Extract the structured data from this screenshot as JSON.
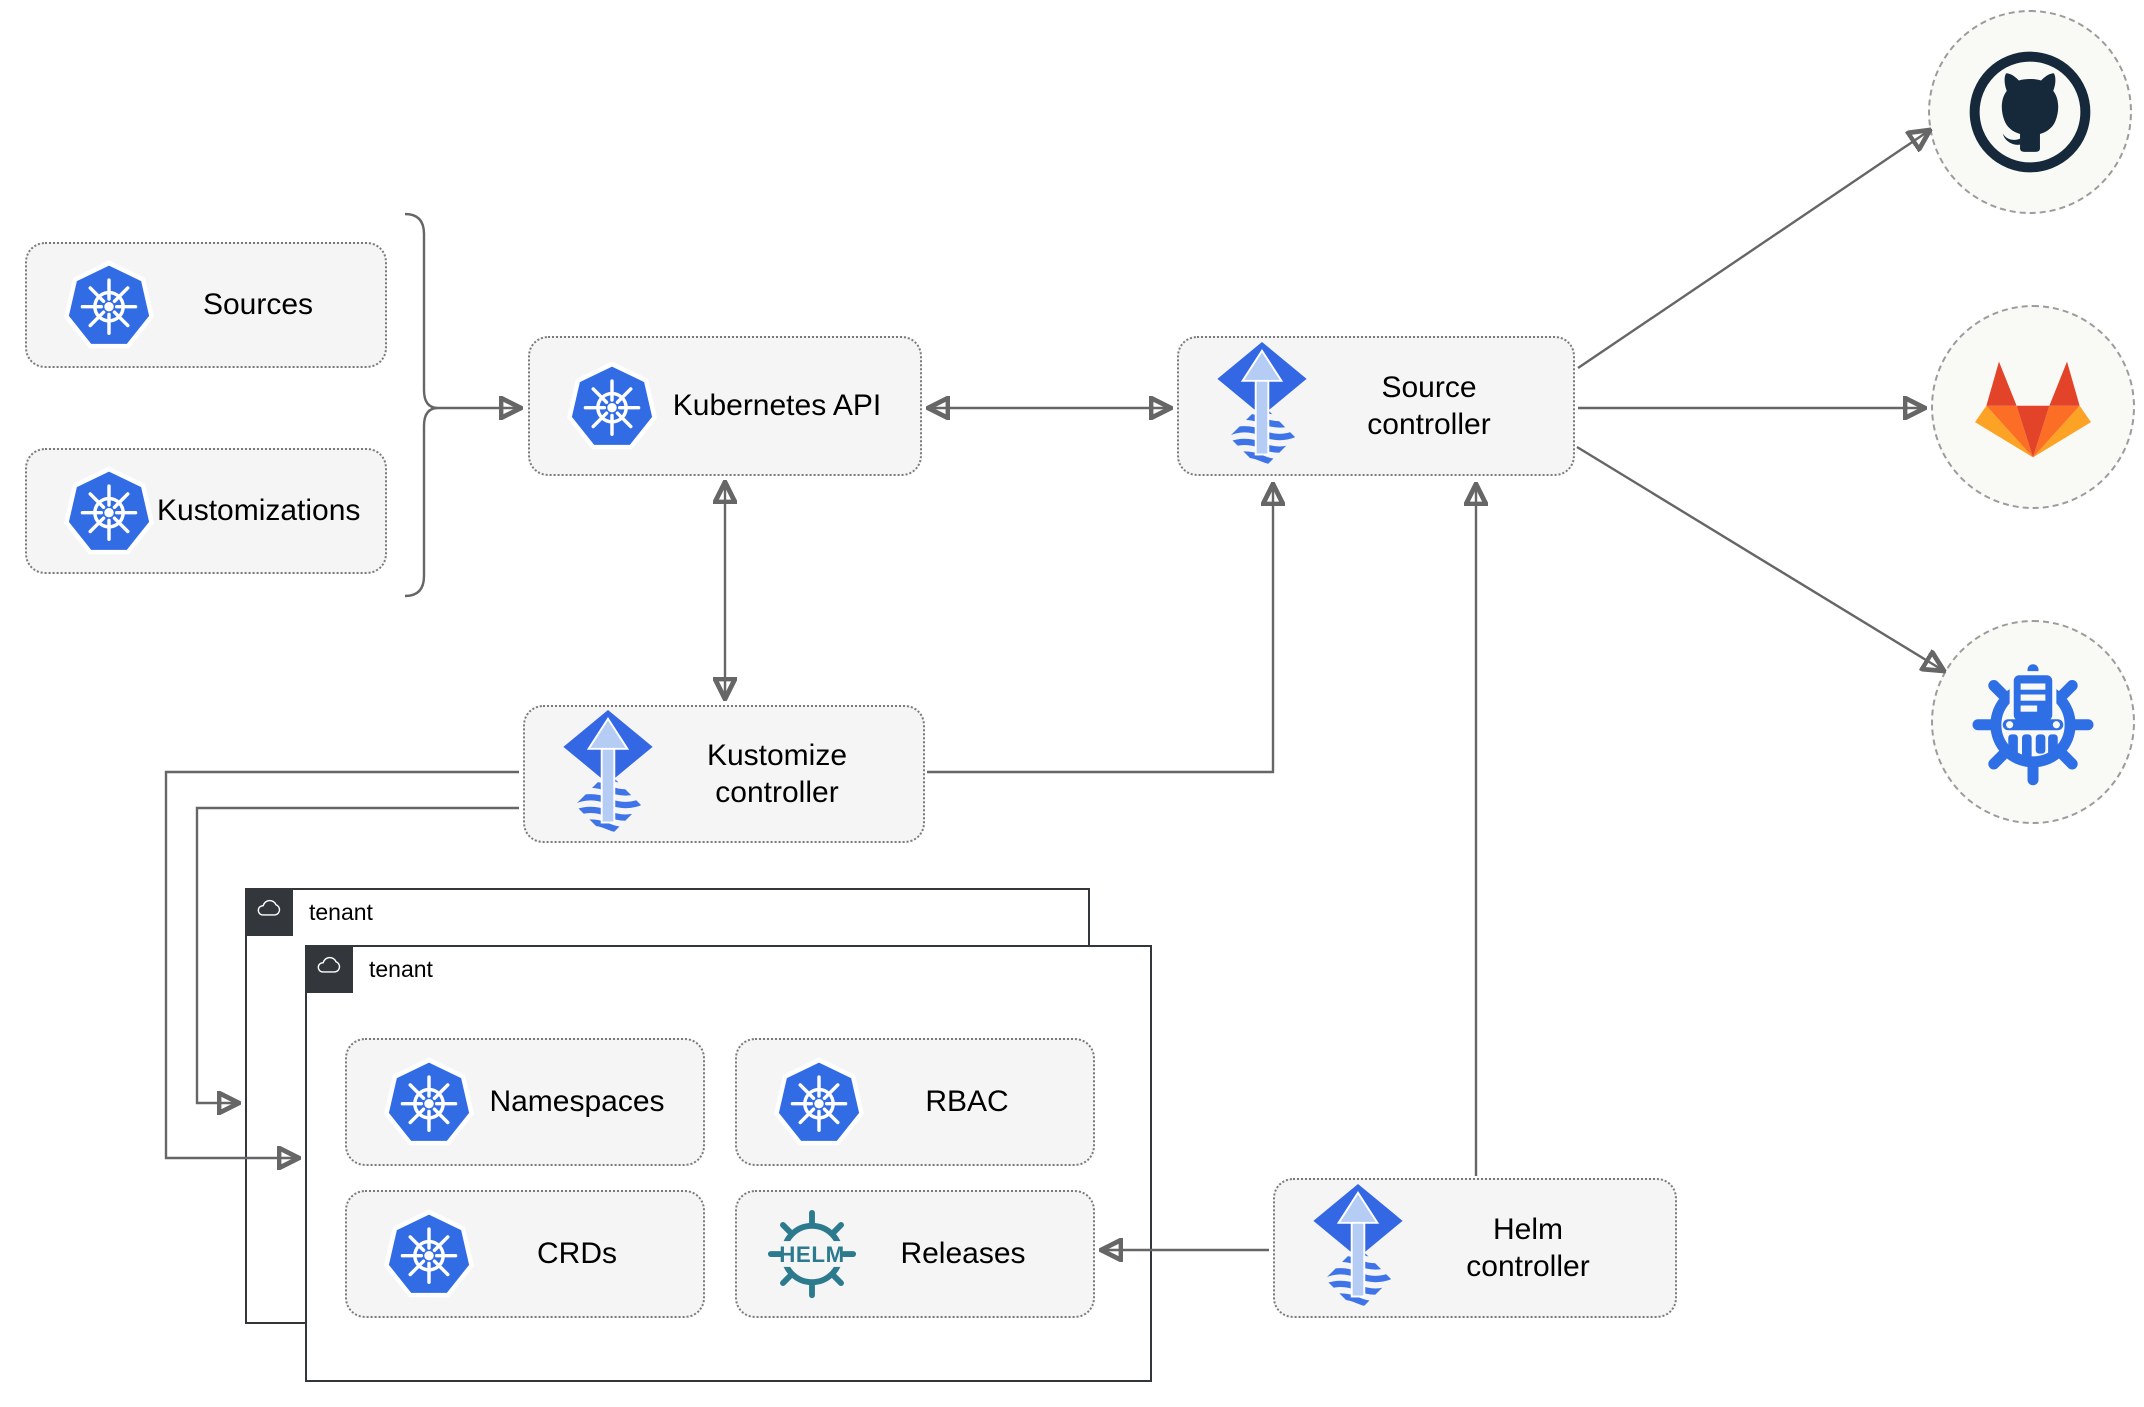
{
  "nodes": {
    "sources": {
      "label": "Sources",
      "icon": "kubernetes-icon"
    },
    "kustomizations": {
      "label": "Kustomizations",
      "icon": "kubernetes-icon"
    },
    "kubernetes_api": {
      "label": "Kubernetes API",
      "icon": "kubernetes-icon"
    },
    "source_controller": {
      "label": "Source controller",
      "icon": "flux-icon"
    },
    "kustomize_controller": {
      "label": "Kustomize controller",
      "icon": "flux-icon"
    },
    "helm_controller": {
      "label": "Helm controller",
      "icon": "flux-icon"
    },
    "namespaces": {
      "label": "Namespaces",
      "icon": "kubernetes-icon"
    },
    "rbac": {
      "label": "RBAC",
      "icon": "kubernetes-icon"
    },
    "crds": {
      "label": "CRDs",
      "icon": "kubernetes-icon"
    },
    "releases": {
      "label": "Releases",
      "icon": "helm-icon"
    }
  },
  "containers": {
    "tenant_outer": {
      "label": "tenant",
      "icon": "cloud-icon"
    },
    "tenant_inner": {
      "label": "tenant",
      "icon": "cloud-icon"
    }
  },
  "endpoints": {
    "github": {
      "icon": "github-icon"
    },
    "gitlab": {
      "icon": "gitlab-icon"
    },
    "chart_repository": {
      "icon": "chartmuseum-icon"
    }
  },
  "icon_text": {
    "helm_logo": "HELM"
  },
  "edges": [
    {
      "from": "sources & kustomizations",
      "to": "kubernetes_api",
      "style": "arrow"
    },
    {
      "from": "kubernetes_api",
      "to": "source_controller",
      "style": "bidirectional"
    },
    {
      "from": "kubernetes_api",
      "to": "kustomize_controller",
      "style": "bidirectional"
    },
    {
      "from": "kustomize_controller",
      "to": "source_controller",
      "style": "arrow"
    },
    {
      "from": "kustomize_controller",
      "to": "tenant_inner",
      "style": "arrow"
    },
    {
      "from": "kustomize_controller",
      "to": "tenant_outer",
      "style": "arrow"
    },
    {
      "from": "helm_controller",
      "to": "source_controller",
      "style": "arrow"
    },
    {
      "from": "helm_controller",
      "to": "releases",
      "style": "arrow"
    },
    {
      "from": "source_controller",
      "to": "github",
      "style": "arrow"
    },
    {
      "from": "source_controller",
      "to": "gitlab",
      "style": "arrow"
    },
    {
      "from": "source_controller",
      "to": "chart_repository",
      "style": "arrow"
    }
  ],
  "colors": {
    "kubernetes_blue": "#326CE5",
    "flux_blue": "#3367E3",
    "flux_arrow_light": "#B5CCF4",
    "helm_teal": "#2C7A8E",
    "chartmuseum_blue": "#2F6FE5",
    "github_dark": "#15293A",
    "gitlab_red_orange": "#E24329",
    "gitlab_orange": "#FC6D26",
    "gitlab_light_orange": "#FCA326",
    "edge_gray": "#666666",
    "node_fill": "#F5F5F5",
    "tenant_dark": "#33373B",
    "canvas": "#FFFFFF"
  }
}
